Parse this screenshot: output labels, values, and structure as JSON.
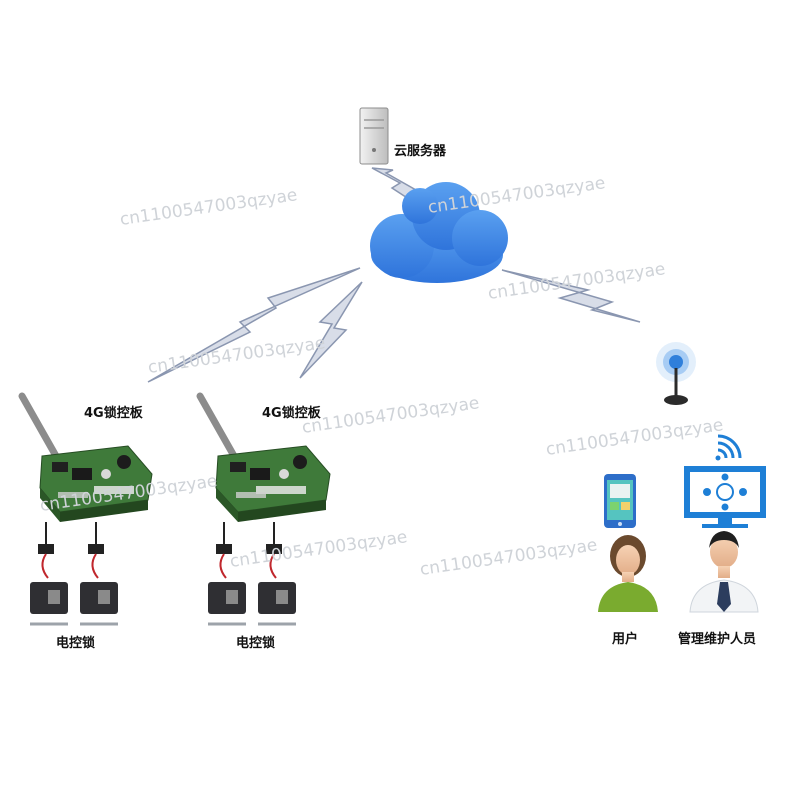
{
  "labels": {
    "cloud_server": "云服务器",
    "board": "4G锁控板",
    "lock": "电控锁",
    "user": "用户",
    "maintainer": "管理维护人员"
  },
  "watermark": "cn1100547003qzyae",
  "colors": {
    "cloud": "#3b82e6",
    "lightning_fill": "#d8dde8",
    "lightning_stroke": "#8a96b0",
    "pcb": "#3f7a3a",
    "lock_body": "#2f2f33",
    "monitor": "#1e7fd6"
  },
  "icons": [
    "server-icon",
    "cloud-icon",
    "antenna-icon",
    "wifi-icon",
    "phone-icon",
    "monitor-icon",
    "user-avatar-icon",
    "doctor-avatar-icon",
    "lock-icon",
    "control-board-icon"
  ]
}
